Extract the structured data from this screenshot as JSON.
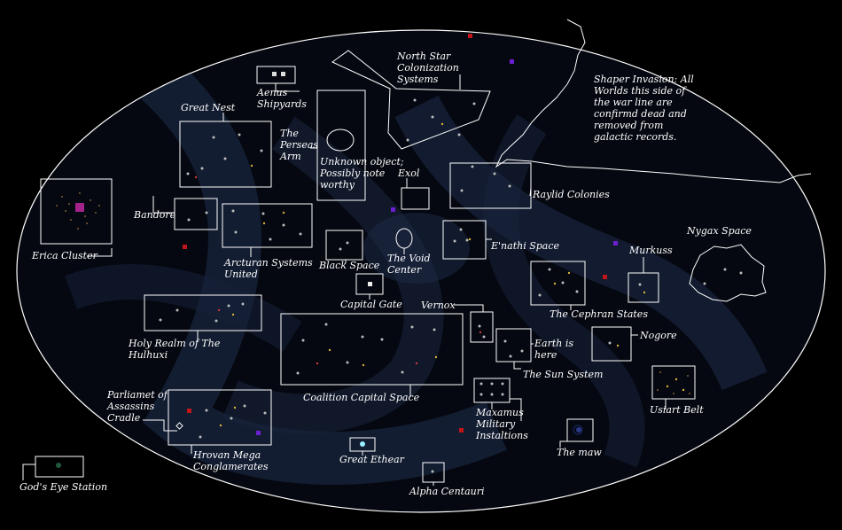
{
  "colors": {
    "background": "#000000",
    "line": "#ffffff",
    "nebula": "#1c2a44"
  },
  "labels": {
    "north_star": [
      "North Star",
      "Colonization",
      "Systems"
    ],
    "shaper_note": [
      "Shaper Invasion: All",
      "Worlds this side of",
      "the war line are",
      "confirmd dead and",
      "removed from",
      "galactic records."
    ],
    "aenus": [
      "Aenus",
      "Shipyards"
    ],
    "great_nest": "Great Nest",
    "perseas_arm": [
      "The",
      "Perseas",
      "Arm"
    ],
    "unknown_object": [
      "Unknown object;",
      "Possibly note",
      "worthy"
    ],
    "exol": "Exol",
    "raylid": "Raylid Colonies",
    "bandore": "Bandore",
    "erica": "Erica Cluster",
    "arcturan": [
      "Arcturan Systems",
      "United"
    ],
    "black_space": "Black Space",
    "void_center": [
      "The Void",
      "Center"
    ],
    "enathi": "E'nathi Space",
    "murkuss": "Murkuss",
    "nygax": "Nygax Space",
    "capital_gate": "Capital Gate",
    "vernox": "Vernox",
    "cephran": "The Cephran States",
    "holy_realm": [
      "Holy Realm of The",
      "Hulhuxi"
    ],
    "earth": [
      "Earth is",
      "here"
    ],
    "nogore": "Nogore",
    "sun_system": "The Sun System",
    "coalition": "Coalition Capital Space",
    "usiart": "Usiart Belt",
    "parliament": [
      "Parliamet of",
      "Assassins",
      "Cradle"
    ],
    "maxamus": [
      "Maxamus",
      "Military",
      "Instaltions"
    ],
    "hrovan": [
      "Hrovan Mega",
      "Conglamerates"
    ],
    "the_maw": "The maw",
    "great_ethear": "Great Ethear",
    "gods_eye": "God's Eye Station",
    "alpha_centauri": "Alpha Centauri"
  }
}
